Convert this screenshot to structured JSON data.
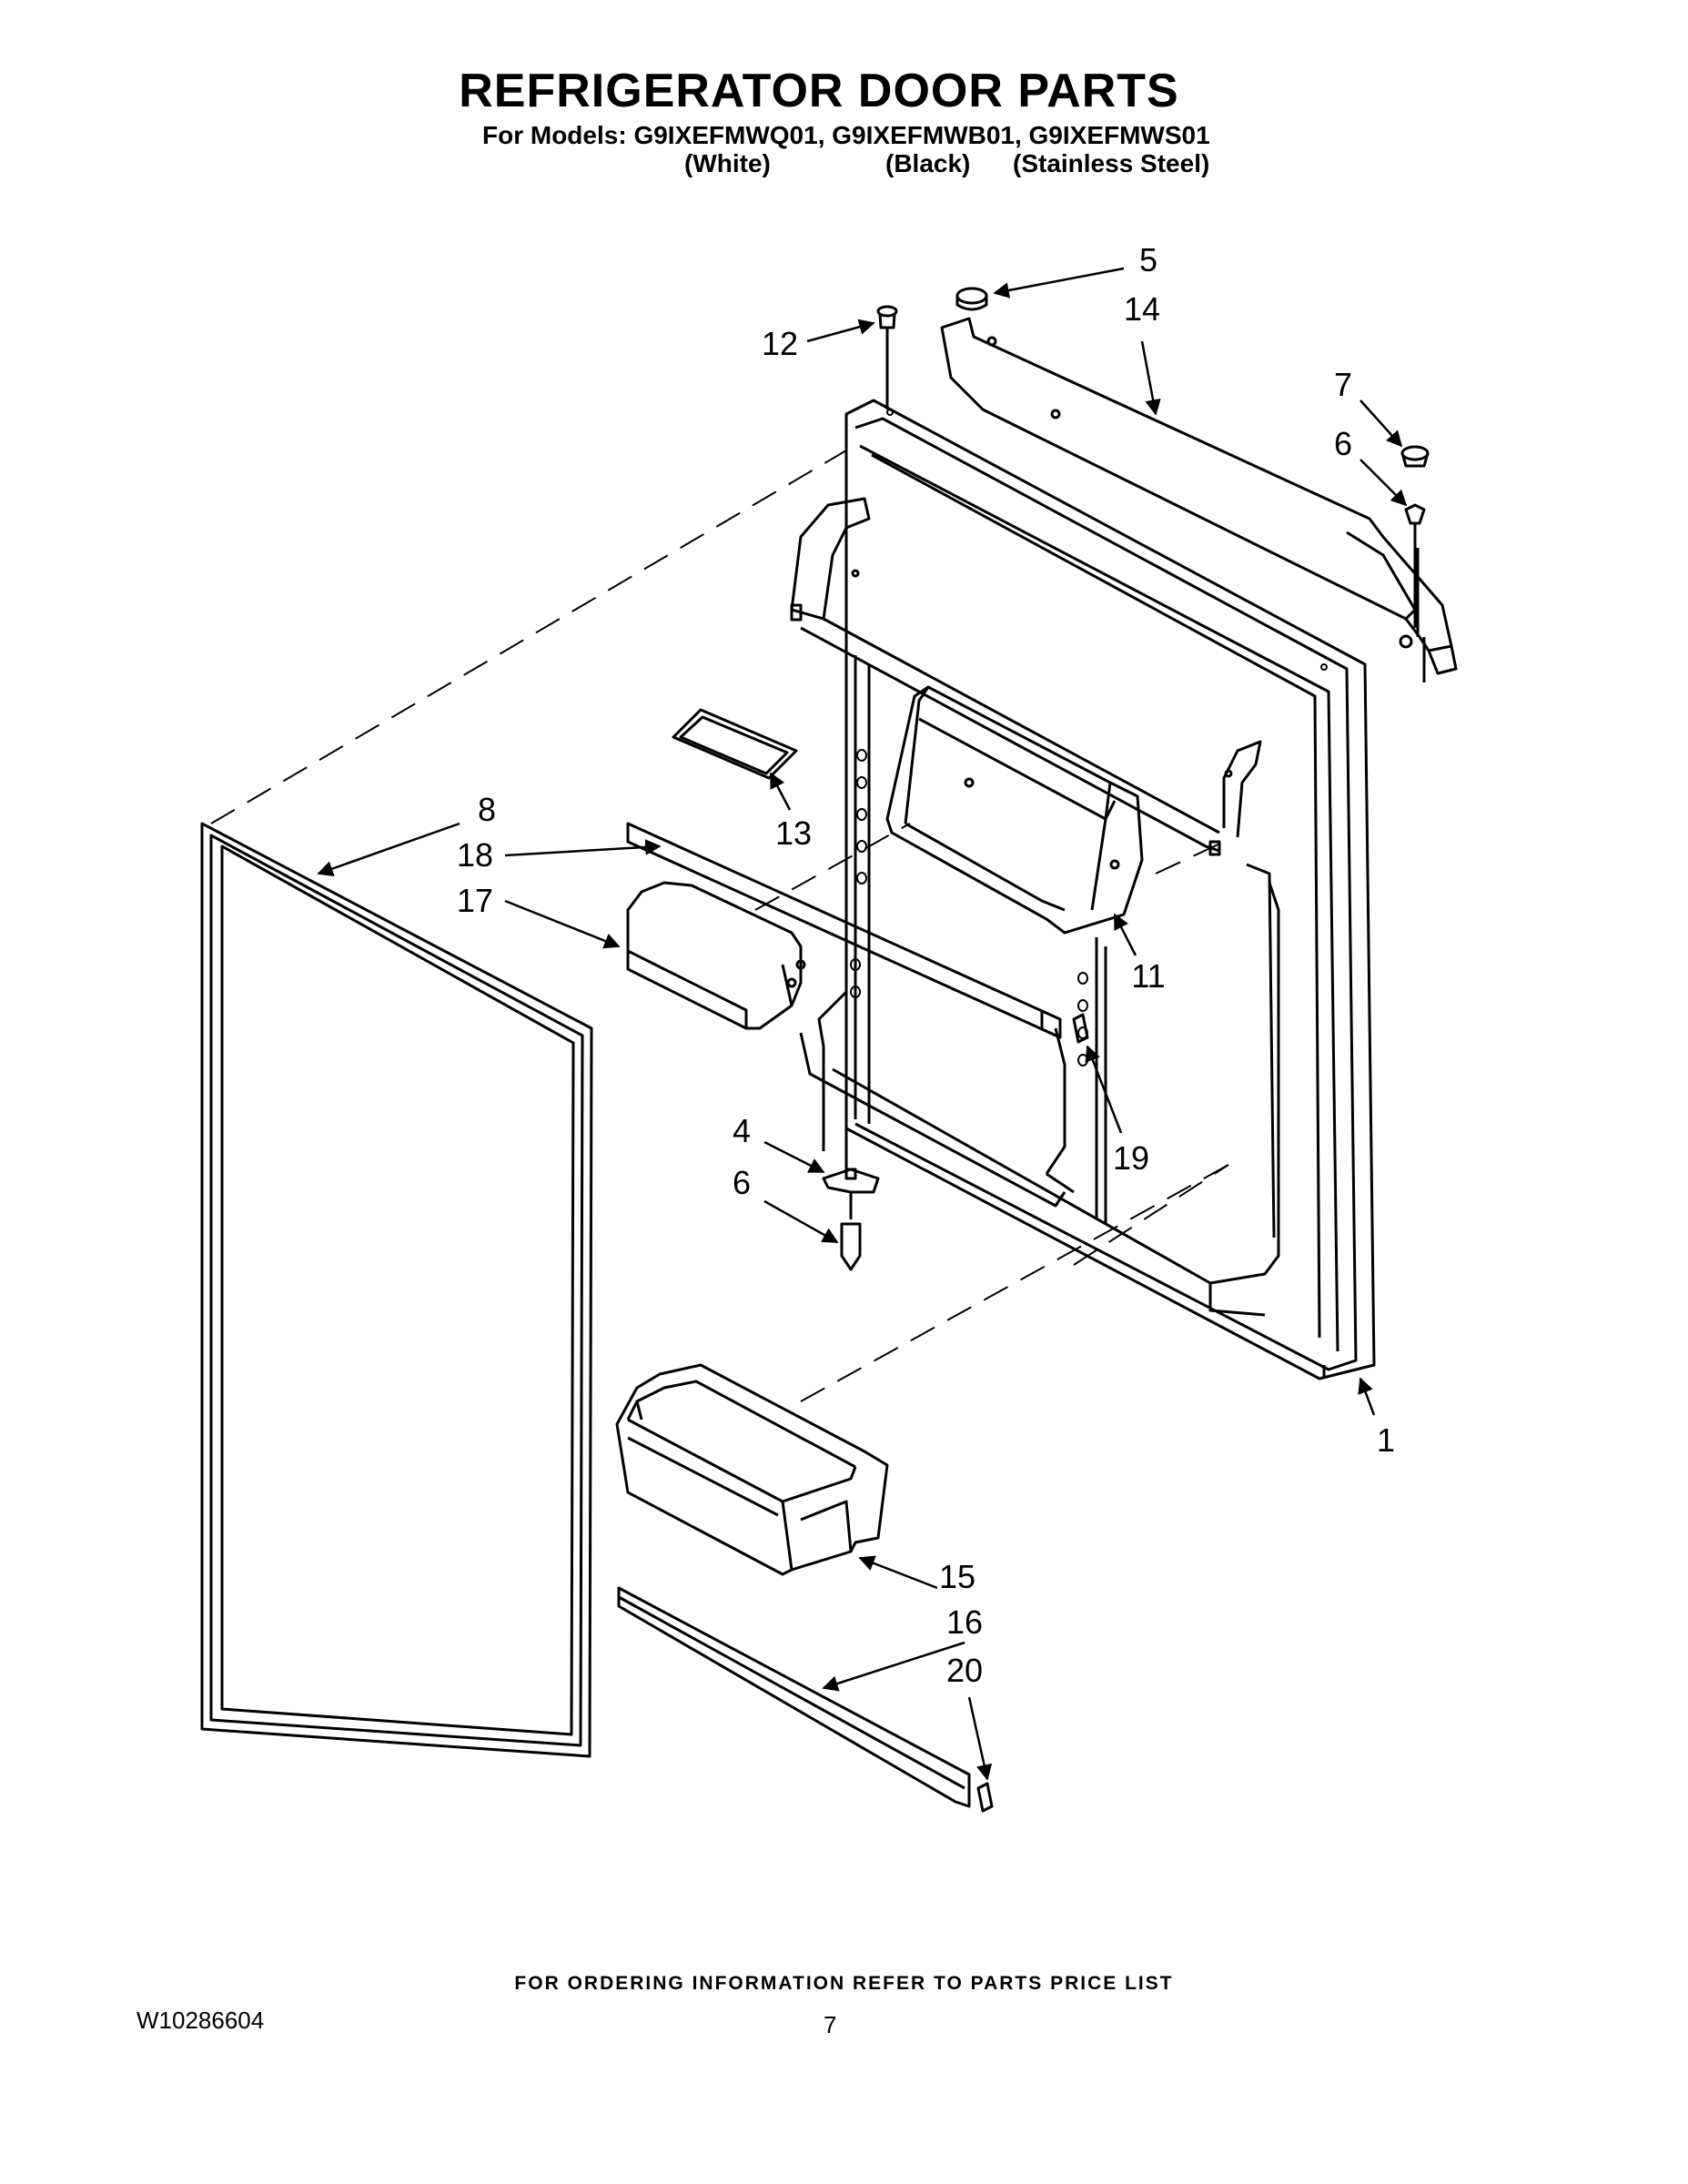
{
  "header": {
    "title": "REFRIGERATOR DOOR PARTS",
    "models_line": "For Models: G9IXEFMWQ01, G9IXEFMWB01, G9IXEFMWS01",
    "variants": [
      "(White)",
      "(Black)",
      "(Stainless Steel)"
    ]
  },
  "callouts": [
    "5",
    "14",
    "12",
    "7",
    "6",
    "8",
    "18",
    "17",
    "13",
    "11",
    "19",
    "4",
    "6",
    "1",
    "15",
    "16",
    "20"
  ],
  "footer": {
    "ordering_note": "FOR ORDERING INFORMATION REFER TO PARTS PRICE LIST",
    "doc_number": "W10286604",
    "page_number": "7"
  }
}
